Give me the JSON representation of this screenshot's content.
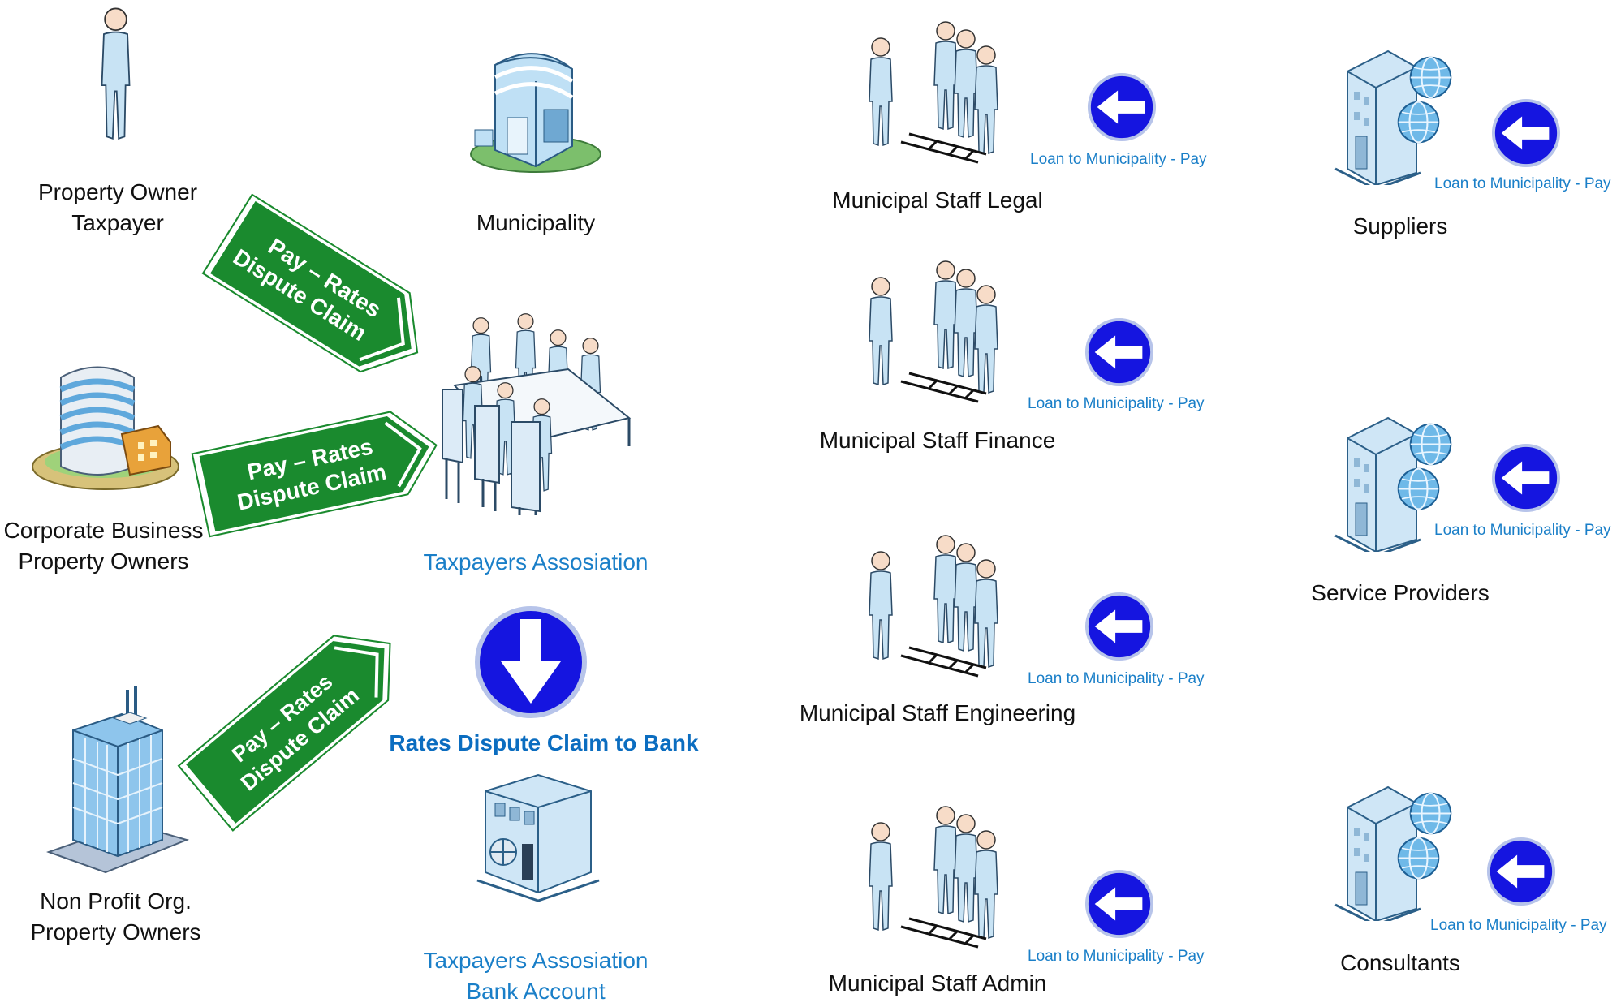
{
  "colors": {
    "arrow_green": "#1a8a2e",
    "sign_blue": "#1515e0",
    "label_blue": "#1a7fc8",
    "figure_fill": "#c8e3f4"
  },
  "left": {
    "property_owner": [
      "Property Owner",
      "Taxpayer"
    ],
    "municipality": "Municipality",
    "corporate": [
      "Corporate Business",
      "Property Owners"
    ],
    "nonprofit": [
      "Non Profit Org.",
      "Property Owners"
    ],
    "association": "Taxpayers Assosiation",
    "dispute_to_bank": "Rates Dispute Claim to Bank",
    "bank_account": [
      "Taxpayers Assosiation",
      "Bank Account"
    ]
  },
  "green_arrows": [
    {
      "line1": "Pay – Rates",
      "line2": "Dispute Claim"
    },
    {
      "line1": "Pay – Rates",
      "line2": "Dispute Claim"
    },
    {
      "line1": "Pay – Rates",
      "line2": "Dispute Claim"
    }
  ],
  "staff": [
    {
      "label": "Municipal Staff Legal",
      "pay": "Loan to Municipality - Pay"
    },
    {
      "label": "Municipal Staff Finance",
      "pay": "Loan to Municipality - Pay"
    },
    {
      "label": "Municipal Staff Engineering",
      "pay": "Loan to Municipality - Pay"
    },
    {
      "label": "Municipal Staff Admin",
      "pay": "Loan to Municipality - Pay"
    }
  ],
  "vendors": [
    {
      "label": "Suppliers",
      "pay": "Loan to Municipality - Pay"
    },
    {
      "label": "Service Providers",
      "pay": "Loan to Municipality - Pay"
    },
    {
      "label": "Consultants",
      "pay": "Loan to Municipality - Pay"
    }
  ]
}
